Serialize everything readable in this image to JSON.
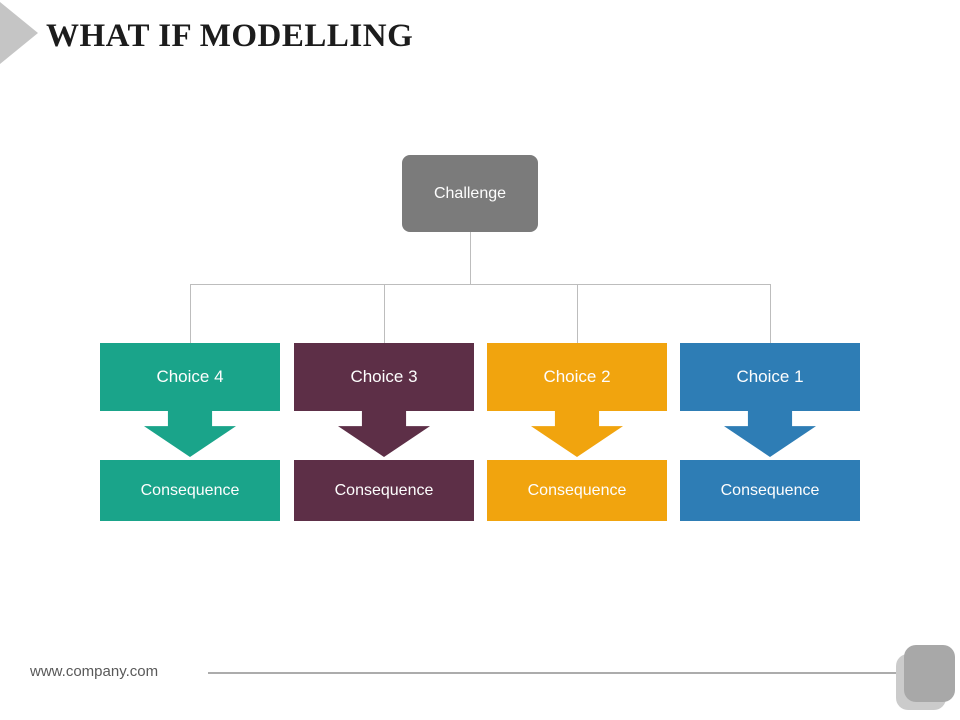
{
  "slide": {
    "title": "WHAT IF MODELLING",
    "footer": {
      "website": "www.company.com"
    }
  },
  "diagram": {
    "root": {
      "label": "Challenge",
      "color": "#7b7b7b",
      "text_color": "#ffffff"
    },
    "columns": [
      {
        "choice_label": "Choice 4",
        "consequence_label": "Consequence",
        "color": "#1aa48a"
      },
      {
        "choice_label": "Choice 3",
        "consequence_label": "Consequence",
        "color": "#5d2f47"
      },
      {
        "choice_label": "Choice 2",
        "consequence_label": "Consequence",
        "color": "#f1a40e"
      },
      {
        "choice_label": "Choice 1",
        "consequence_label": "Consequence",
        "color": "#2e7db5"
      }
    ],
    "connector_color": "#bdbdbd"
  }
}
